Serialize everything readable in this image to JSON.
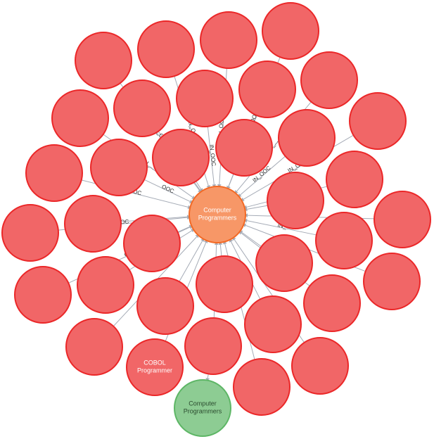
{
  "colors": {
    "occupation_fill": "#f16667",
    "occupation_stroke": "#eb2728",
    "center_fill": "#f79767",
    "center_stroke": "#f36924",
    "category_fill": "#8dcc93",
    "category_stroke": "#5db665",
    "edge": "#a5abb6",
    "node_text": "#ffffff",
    "category_text": "#2a4a2e"
  },
  "center_node": {
    "label_line1": "Computer",
    "label_line2": "Programmers"
  },
  "category_node": {
    "label_line1": "Computer",
    "label_line2": "Programmers"
  },
  "labeled_node": {
    "label_line1": "COBOL",
    "label_line2": "Programmer"
  },
  "edge_labels": [
    "IN_OOC",
    "IN_OOC",
    "IN_OOC",
    "IN_OOC",
    "IN_...",
    "IN_...",
    "IN_OOC",
    "IN_OOC",
    "IN_...",
    "IN_OOC",
    "IN_OOC",
    "IN_OOC",
    "OOC",
    "OOC",
    "OOC",
    "OOC",
    "OOC",
    "IN_",
    "OOC",
    "IN_",
    "IN_",
    "IN_OOC",
    "OOC",
    "OOC",
    "OC"
  ]
}
